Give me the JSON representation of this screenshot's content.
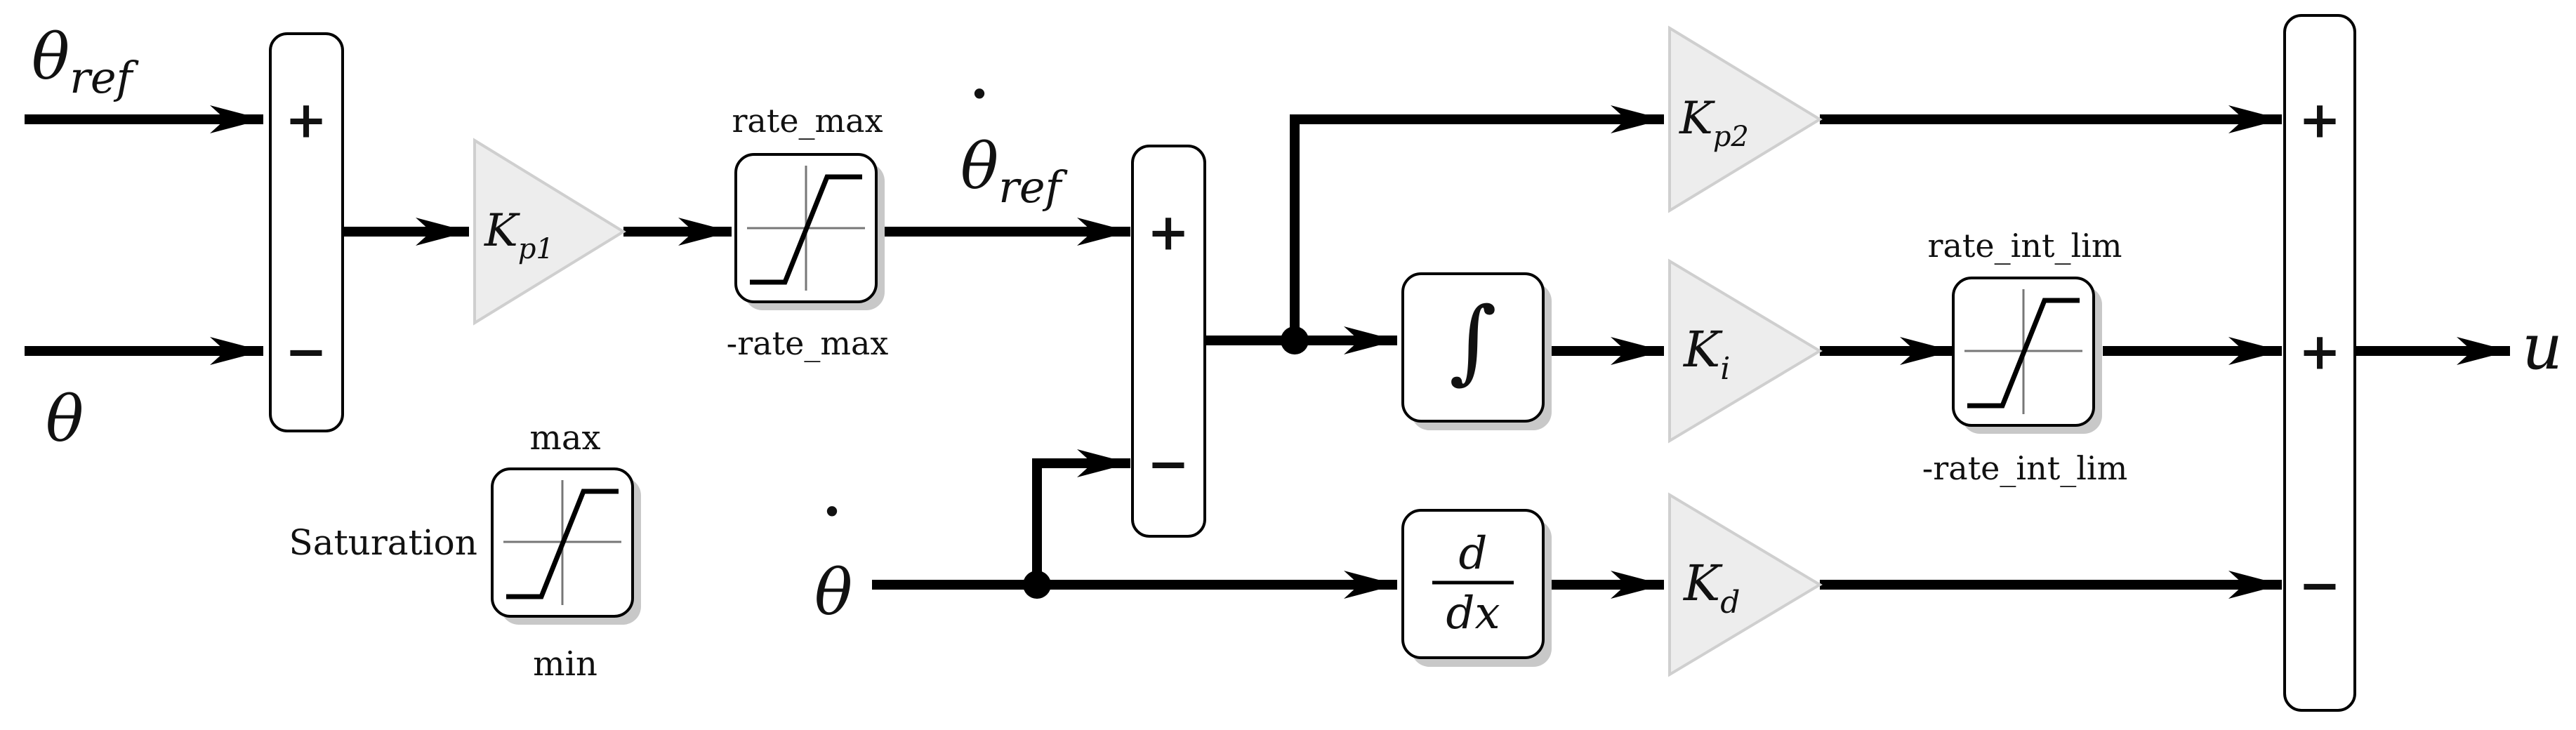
{
  "signals": {
    "theta_ref": {
      "base": "θ",
      "sub": "ref"
    },
    "theta": {
      "base": "θ"
    },
    "theta_dot_ref": {
      "base": "θ",
      "sub": "ref",
      "accent": "˙"
    },
    "theta_dot": {
      "base": "θ",
      "accent": "˙"
    },
    "u": "u"
  },
  "sum_signs": {
    "sum1": [
      "+",
      "−"
    ],
    "sum2": [
      "+",
      "−"
    ],
    "sum3": [
      "+",
      "+",
      "−"
    ]
  },
  "gains": {
    "kp1": {
      "base": "K",
      "sub": "p1"
    },
    "kp2": {
      "base": "K",
      "sub": "p2"
    },
    "ki": {
      "base": "K",
      "sub": "i"
    },
    "kd": {
      "base": "K",
      "sub": "d"
    }
  },
  "blocks": {
    "integrator": "∫",
    "derivative": {
      "num": "d",
      "den": "dx"
    }
  },
  "saturation_rate": {
    "upper": "rate_max",
    "lower": "-rate_max"
  },
  "saturation_int": {
    "upper": "rate_int_lim",
    "lower": "-rate_int_lim"
  },
  "saturation_legend": {
    "label": "Saturation",
    "upper": "max",
    "lower": "min"
  }
}
